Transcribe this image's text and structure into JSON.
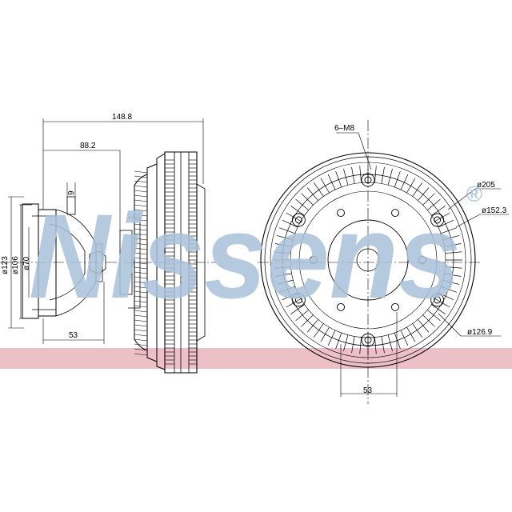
{
  "watermark": {
    "text": "Nissens",
    "registered": "®",
    "color": "#a9c1da",
    "band_color": "#e7a9b4"
  },
  "dimensions": {
    "overall_length": "148.8",
    "hub_length": "88.2",
    "flange_thickness": "9",
    "diameter_123": "ø123",
    "diameter_106": "ø106",
    "diameter_70": "ø70",
    "offset_left": "53",
    "bolt_spec": "6–M8",
    "outer_diameter": "ø205",
    "diameter_152": "ø152.3",
    "bolt_circle": "ø126.9",
    "bolt_spacing": "53"
  },
  "colors": {
    "line": "#000000",
    "watermark_blue": "#a9c1da",
    "band_pink": "#e7a9b4"
  }
}
